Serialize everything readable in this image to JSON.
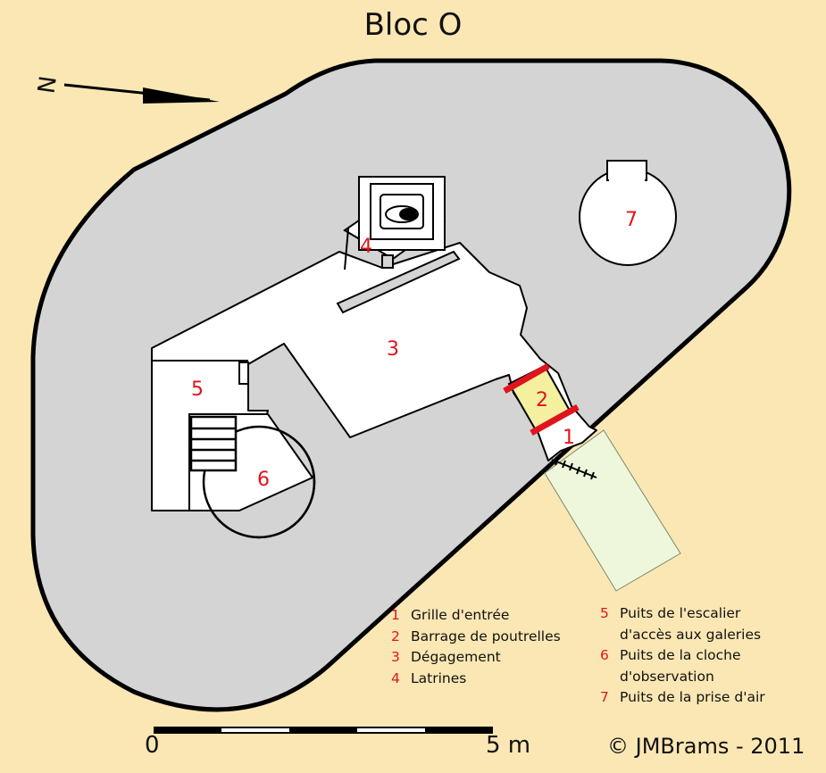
{
  "title": "Bloc O",
  "north_label": "N",
  "rooms": {
    "r1": "1",
    "r2": "2",
    "r3": "3",
    "r4": "4",
    "r5": "5",
    "r6": "6",
    "r7": "7"
  },
  "legend_left": [
    {
      "num": "1",
      "text": "Grille d'entrée"
    },
    {
      "num": "2",
      "text": "Barrage de poutrelles"
    },
    {
      "num": "3",
      "text": "Dégagement"
    },
    {
      "num": "4",
      "text": "Latrines"
    }
  ],
  "legend_right": {
    "i5": {
      "num": "5",
      "line1": "Puits de l'escalier",
      "line2": "d'accès aux galeries"
    },
    "i6": {
      "num": "6",
      "line1": "Puits de la cloche",
      "line2": "d'observation"
    },
    "i7": {
      "num": "7",
      "line1": "Puits de la prise d'air"
    }
  },
  "scale": {
    "start": "0",
    "end": "5 m"
  },
  "copyright": "©  JMBrams  -  2011",
  "colors": {
    "background": "#fbe7b4",
    "concrete": "#d4d4d4",
    "room": "#ffffff",
    "barrier_zone": "#f5f0a0",
    "barrier": "#e0141c",
    "entrance": "#eef7dc",
    "number": "#e0141c"
  }
}
